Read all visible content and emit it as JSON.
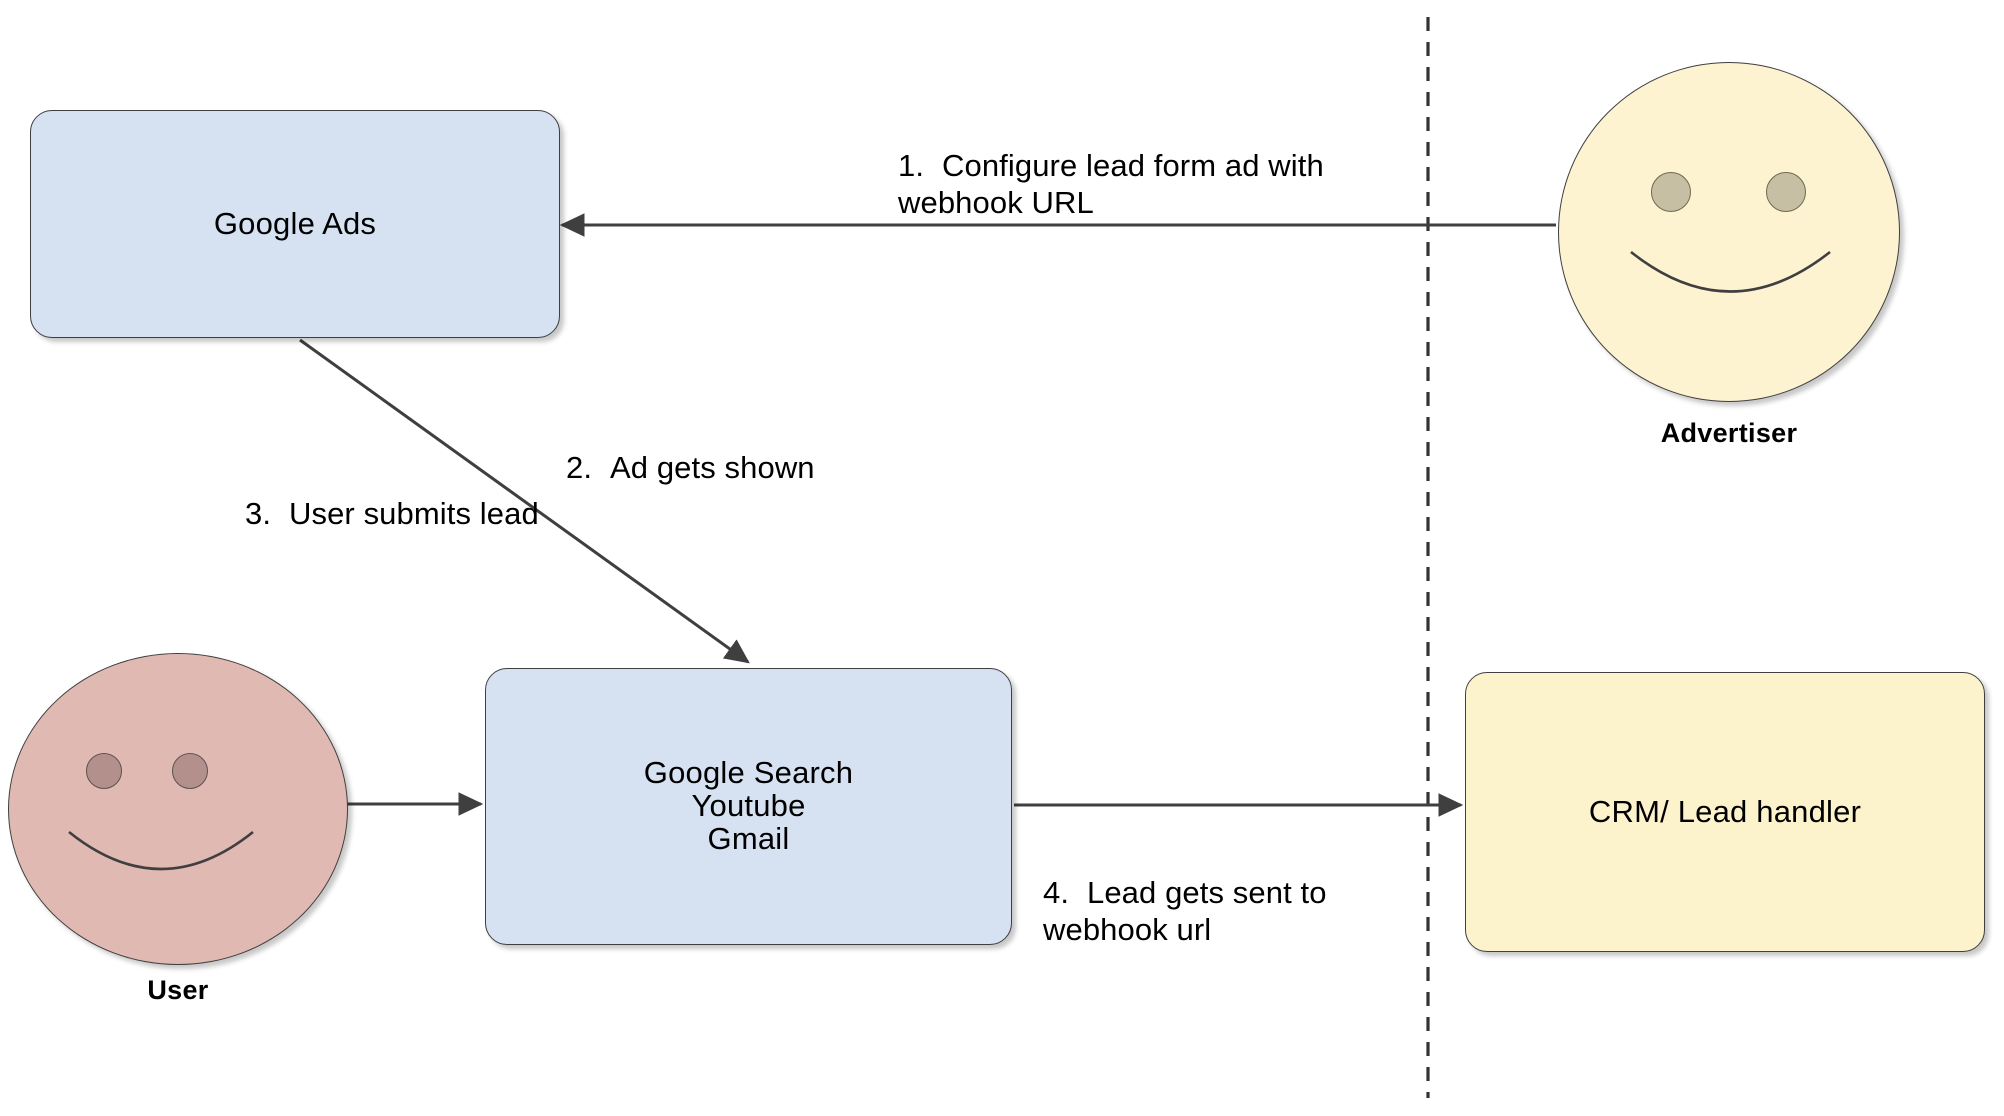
{
  "diagram": {
    "title": "Google Ads lead form webhook flow",
    "background_color": "#ffffff",
    "nodes": {
      "google_ads": {
        "label": "Google Ads",
        "fill": "#d6e2f1",
        "stroke": "#3f3f3f",
        "shape": "rounded-rect"
      },
      "channels": {
        "label": "Google Search\nYoutube\nGmail",
        "fill": "#d6e2f1",
        "stroke": "#3f3f3f",
        "shape": "rounded-rect"
      },
      "crm": {
        "label": "CRM/ Lead handler",
        "fill": "#fcf3cd",
        "stroke": "#3f3f3f",
        "shape": "rounded-rect"
      },
      "advertiser": {
        "label": "Advertiser",
        "fill": "#fdf3d1",
        "eye_fill": "#c6bfa3",
        "stroke": "#3f3f3f",
        "shape": "smiley-circle"
      },
      "user": {
        "label": "User",
        "fill": "#e0b9b3",
        "eye_fill": "#b3908c",
        "stroke": "#3f3f3f",
        "shape": "smiley-circle"
      }
    },
    "edges": [
      {
        "id": "step1",
        "number": "1.",
        "text": "Configure lead form ad with\nwebhook URL",
        "from": "advertiser",
        "to": "google_ads"
      },
      {
        "id": "step2",
        "number": "2.",
        "text": "Ad gets shown",
        "from": "google_ads",
        "to": "channels"
      },
      {
        "id": "step3",
        "number": "3.",
        "text": "User submits lead",
        "from": "user",
        "to": "channels"
      },
      {
        "id": "step4",
        "number": "4.",
        "text": "Lead gets sent to\nwebhook url",
        "from": "channels",
        "to": "crm"
      }
    ],
    "divider": {
      "style": "dashed",
      "color": "#333333",
      "orientation": "vertical"
    }
  }
}
